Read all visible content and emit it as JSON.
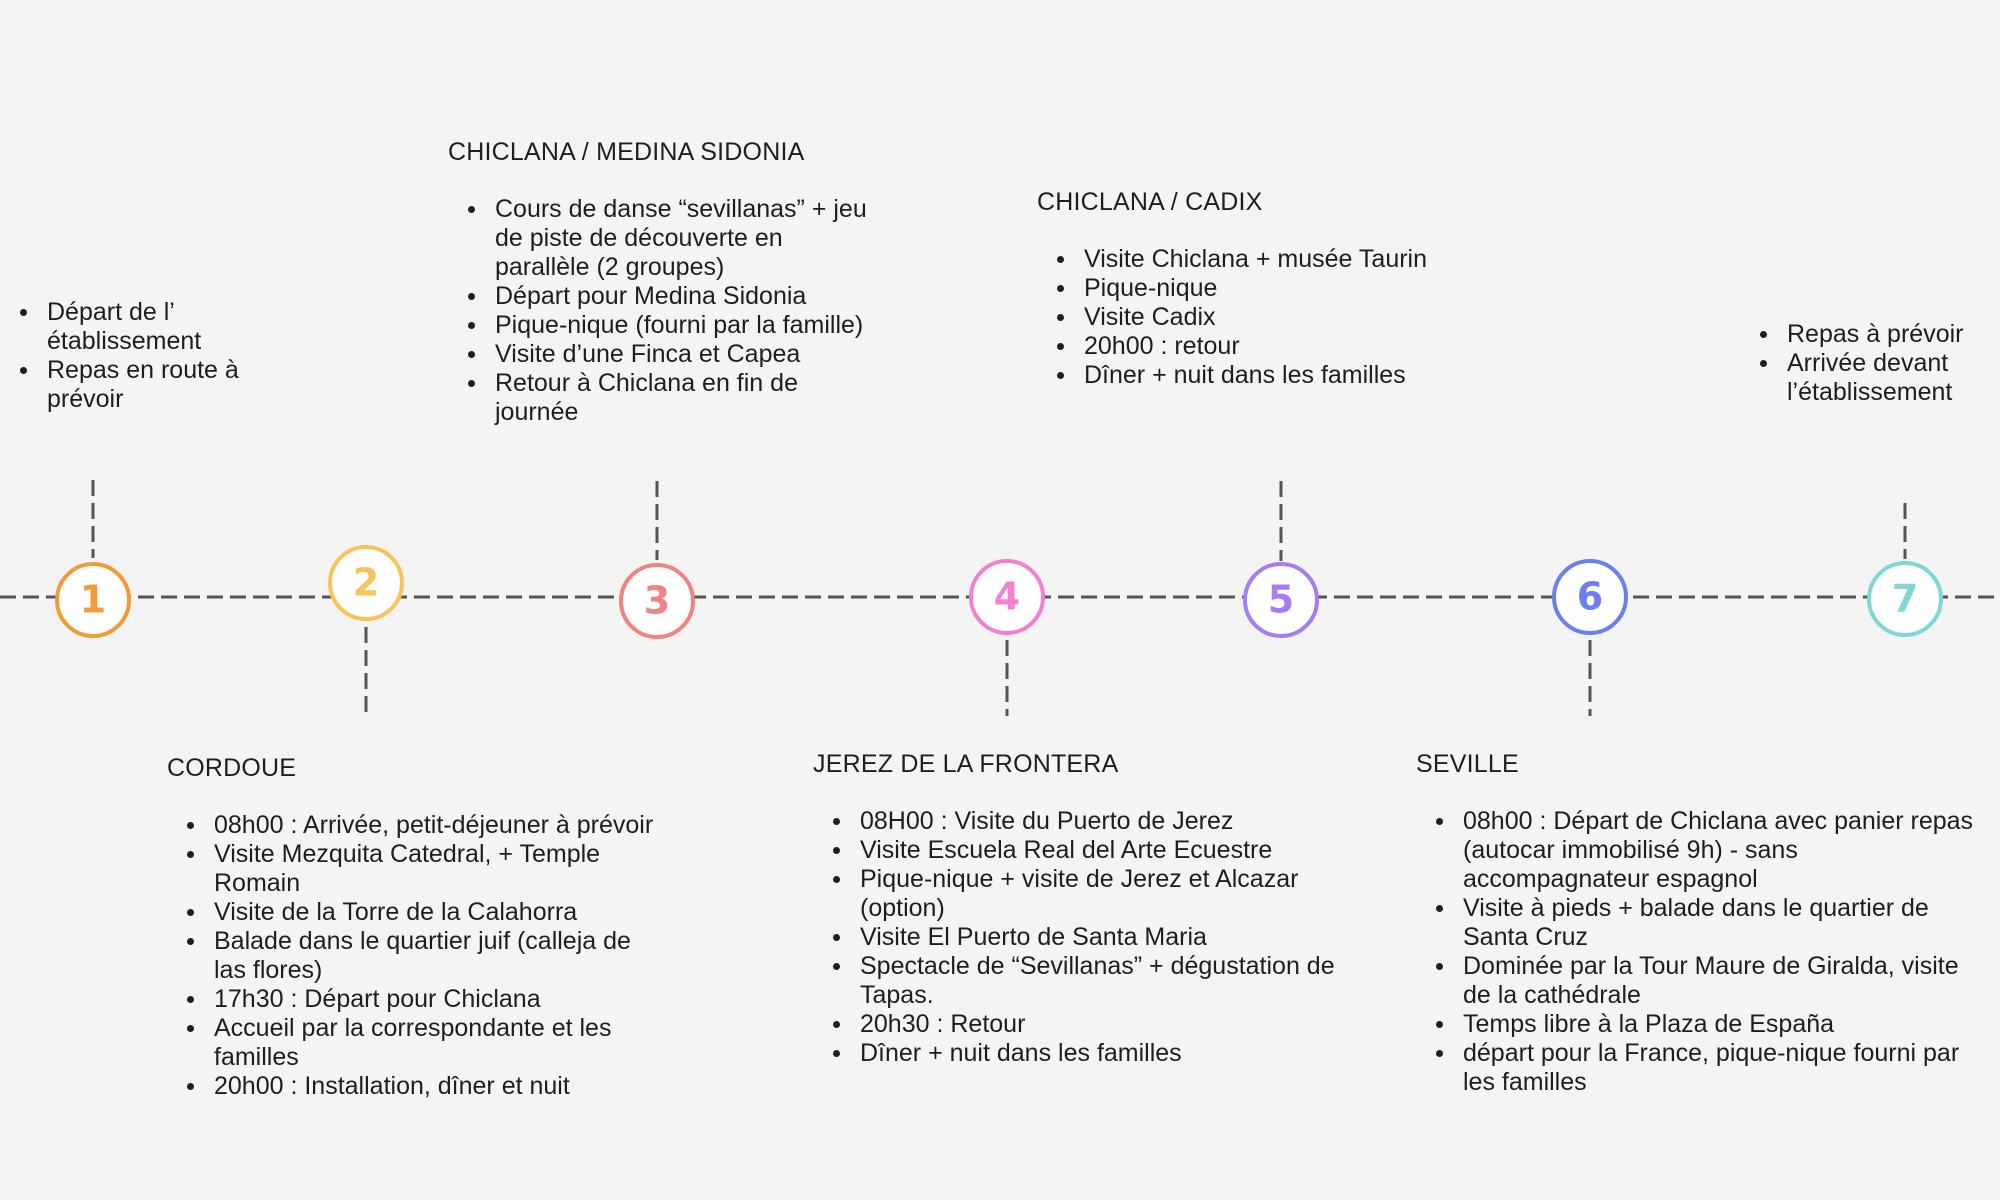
{
  "steps": [
    {
      "number": "1",
      "color": "#f39b3a",
      "title": "",
      "items": [
        "Départ de l’ établissement",
        "Repas en route à prévoir"
      ]
    },
    {
      "number": "2",
      "color": "#f9c35b",
      "title": "CORDOUE",
      "items": [
        "08h00 : Arrivée, petit-déjeuner à prévoir",
        "Visite Mezquita Catedral, + Temple Romain",
        "Visite de la Torre de la Calahorra",
        "Balade dans le quartier juif (calleja de las flores)",
        "17h30 : Départ pour Chiclana",
        "Accueil par la correspondante et les familles",
        "20h00 : Installation, dîner et nuit"
      ]
    },
    {
      "number": "3",
      "color": "#f08283",
      "title": "CHICLANA / MEDINA SIDONIA",
      "items": [
        "Cours de danse “sevillanas” + jeu de piste de découverte en parallèle (2 groupes)",
        "Départ pour Medina Sidonia",
        "Pique-nique (fourni par la famille)",
        "Visite d’une Finca et Capea",
        "Retour à Chiclana en fin de journée"
      ]
    },
    {
      "number": "4",
      "color": "#f27fcf",
      "title": "JEREZ DE LA FRONTERA",
      "items": [
        "08H00 : Visite du Puerto de Jerez",
        "Visite Escuela Real del Arte Ecuestre",
        "Pique-nique + visite de Jerez et Alcazar (option)",
        "Visite El Puerto de Santa Maria",
        "Spectacle de “Sevillanas” + dégustation de Tapas.",
        "20h30 : Retour",
        "Dîner + nuit dans les familles"
      ]
    },
    {
      "number": "5",
      "color": "#a77cf2",
      "title": "CHICLANA / CADIX",
      "items": [
        "Visite Chiclana + musée Taurin",
        "Pique-nique",
        "Visite Cadix",
        "20h00 : retour",
        "Dîner + nuit dans les familles"
      ]
    },
    {
      "number": "6",
      "color": "#6c7ef2",
      "title": "SEVILLE",
      "items": [
        "08h00 : Départ de Chiclana avec panier repas  (autocar immobilisé 9h) - sans accompagnateur espagnol",
        "Visite à pieds + balade dans le quartier de Santa Cruz",
        "Dominée par la Tour Maure de Giralda, visite de la cathédrale",
        "Temps libre à la Plaza de España",
        "départ pour la France, pique-nique fourni par les familles"
      ]
    },
    {
      "number": "7",
      "color": "#7fd7d8",
      "title": "",
      "items": [
        "Repas à prévoir",
        "Arrivée devant l’établissement"
      ]
    }
  ]
}
